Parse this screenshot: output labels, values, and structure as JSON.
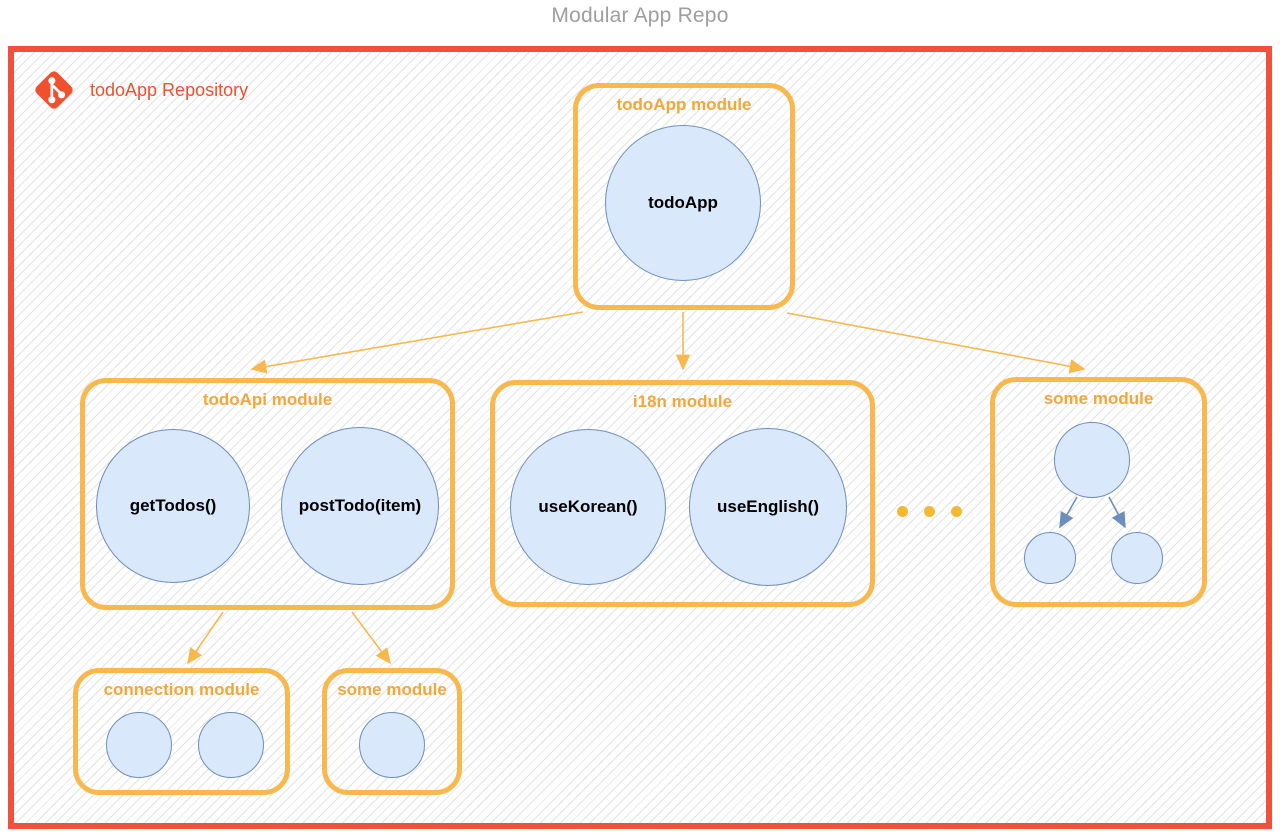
{
  "page": {
    "title": "Modular App Repo"
  },
  "repository": {
    "label": "todoApp Repository",
    "icon": "git-icon"
  },
  "modules": {
    "todoApp": {
      "label": "todoApp module",
      "nodes": [
        "todoApp"
      ]
    },
    "todoApi": {
      "label": "todoApi module",
      "nodes": [
        "getTodos()",
        "postTodo(item)"
      ]
    },
    "i18n": {
      "label": "i18n module",
      "nodes": [
        "useKorean()",
        "useEnglish()"
      ]
    },
    "someRight": {
      "label": "some module",
      "nodes": [
        "",
        "",
        ""
      ]
    },
    "connection": {
      "label": "connection module",
      "nodes": [
        "",
        ""
      ]
    },
    "someBottom": {
      "label": "some module",
      "nodes": [
        ""
      ]
    }
  },
  "ellipsis": "three orange dots between i18n module and some module",
  "connections": [
    "todoApp module -> todoApi module",
    "todoApp module -> i18n module",
    "todoApp module -> some module (right)",
    "todoApi module -> connection module",
    "todoApi module -> some module (bottom)",
    "some module big node -> small node left",
    "some module big node -> small node right"
  ],
  "colors": {
    "frame_red": "#f1503a",
    "repo_red": "#f1502f",
    "module_border_orange": "#f8b84d",
    "module_label_orange": "#f2a73b",
    "node_fill_blue": "#dae8fc",
    "node_stroke_blue": "#6c8ebf",
    "title_gray": "#9e9e9e",
    "hatch_gray": "#e3e3e3"
  }
}
